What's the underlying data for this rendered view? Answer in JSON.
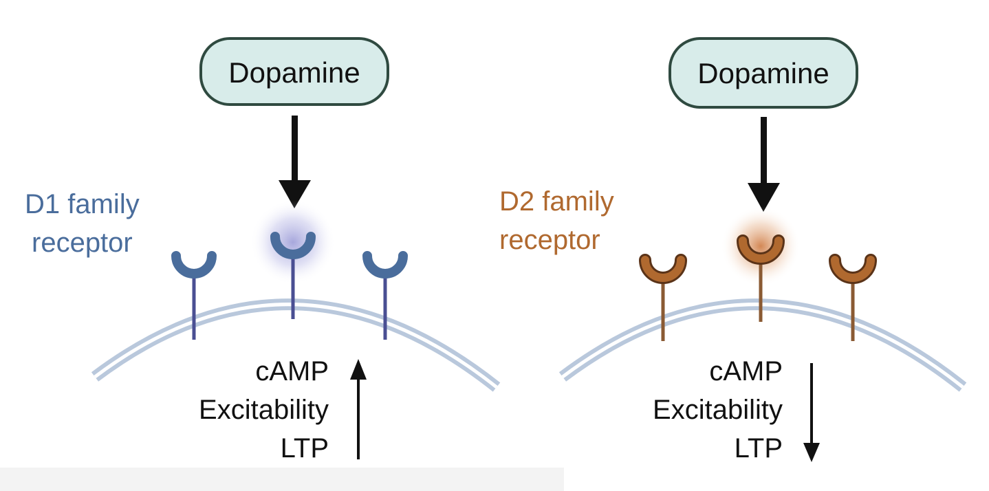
{
  "colors": {
    "d1": "#4a6d9c",
    "d1_stalk": "#4a4f93",
    "d1_glow": "#8a8ad0",
    "d2": "#b0692f",
    "d2_stalk": "#8a5a33",
    "d2_glow": "#c8692a",
    "pill_fill": "#d8ecea",
    "pill_stroke": "#2f4a40",
    "membrane": "#b9c8dc"
  },
  "panels": {
    "d1": {
      "ligand": "Dopamine",
      "receptor_line1": "D1 family",
      "receptor_line2": "receptor",
      "effects": [
        "cAMP",
        "Excitability",
        "LTP"
      ],
      "effect_direction": "up"
    },
    "d2": {
      "ligand": "Dopamine",
      "receptor_line1": "D2 family",
      "receptor_line2": "receptor",
      "effects": [
        "cAMP",
        "Excitability",
        "LTP"
      ],
      "effect_direction": "down"
    }
  }
}
